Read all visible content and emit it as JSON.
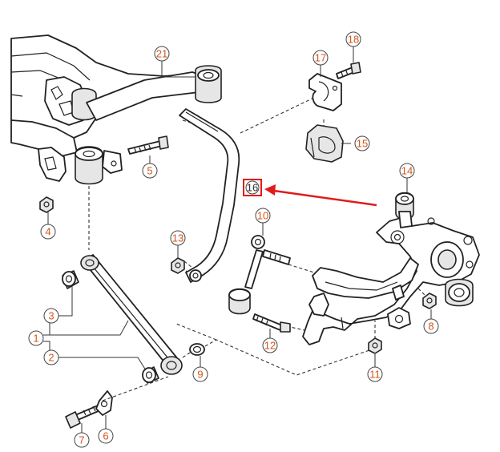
{
  "callouts": [
    {
      "id": "1",
      "label": "1"
    },
    {
      "id": "2",
      "label": "2"
    },
    {
      "id": "3",
      "label": "3"
    },
    {
      "id": "4",
      "label": "4"
    },
    {
      "id": "5",
      "label": "5"
    },
    {
      "id": "6",
      "label": "6"
    },
    {
      "id": "7",
      "label": "7"
    },
    {
      "id": "8",
      "label": "8"
    },
    {
      "id": "9",
      "label": "9"
    },
    {
      "id": "10",
      "label": "10"
    },
    {
      "id": "11",
      "label": "11"
    },
    {
      "id": "12",
      "label": "12"
    },
    {
      "id": "13",
      "label": "13"
    },
    {
      "id": "14",
      "label": "14"
    },
    {
      "id": "15",
      "label": "15"
    },
    {
      "id": "17",
      "label": "17"
    },
    {
      "id": "18",
      "label": "18"
    },
    {
      "id": "21",
      "label": "21"
    }
  ],
  "highlight": {
    "label": "16",
    "box_color": "#e01b1b",
    "arrow_color": "#e01b1b"
  },
  "colors": {
    "callout_text": "#d4561a",
    "line_art": "#222222",
    "background": "#ffffff"
  }
}
